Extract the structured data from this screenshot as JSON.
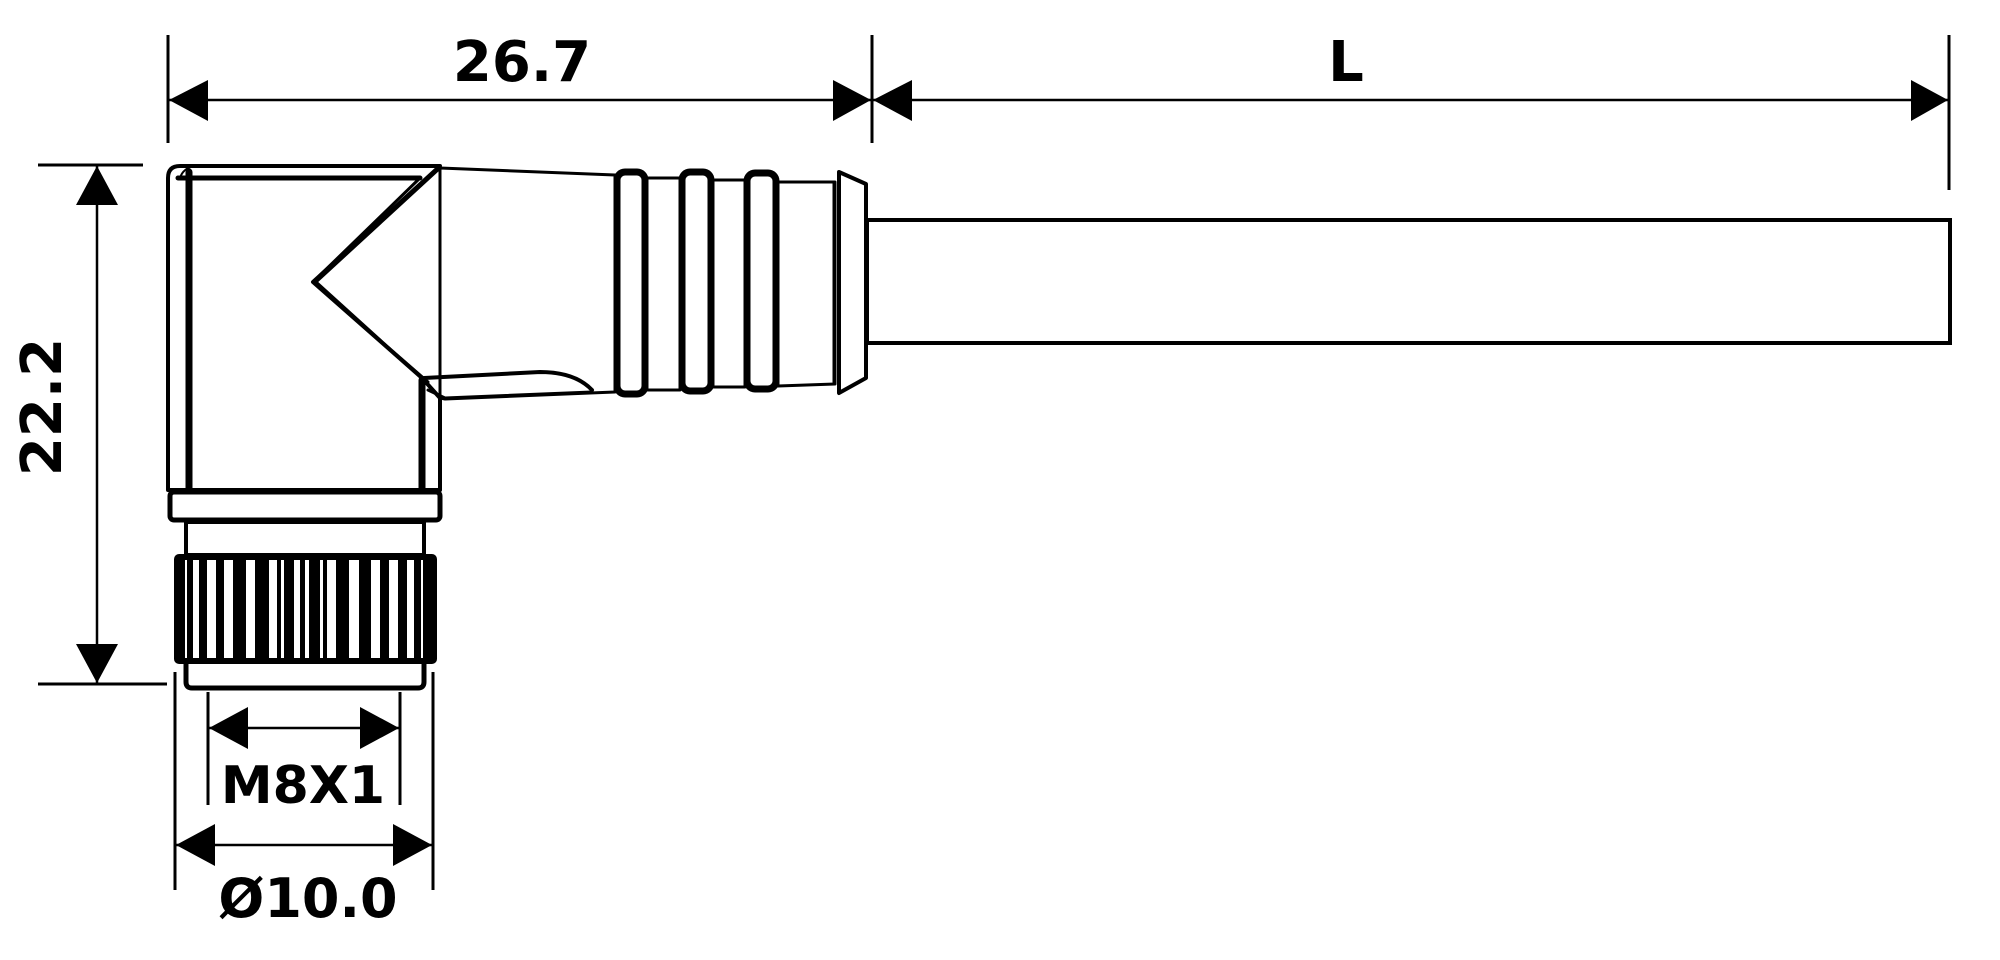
{
  "diagram": {
    "subject": "Right-angle M8 female connector with cable",
    "colors": {
      "background": "#ffffff",
      "stroke": "#000000"
    },
    "dimensions": {
      "body_length": {
        "label": "26.7",
        "orientation": "horizontal"
      },
      "cable_length": {
        "label": "L",
        "orientation": "horizontal"
      },
      "overall_height": {
        "label": "22.2",
        "orientation": "vertical"
      },
      "thread": {
        "label": "M8X1",
        "orientation": "horizontal"
      },
      "nut_diameter": {
        "label": "Ø10.0",
        "orientation": "horizontal"
      }
    },
    "parts": [
      "angled-housing",
      "strain-relief-rings",
      "cable",
      "collar",
      "knurled-coupling-nut"
    ]
  }
}
